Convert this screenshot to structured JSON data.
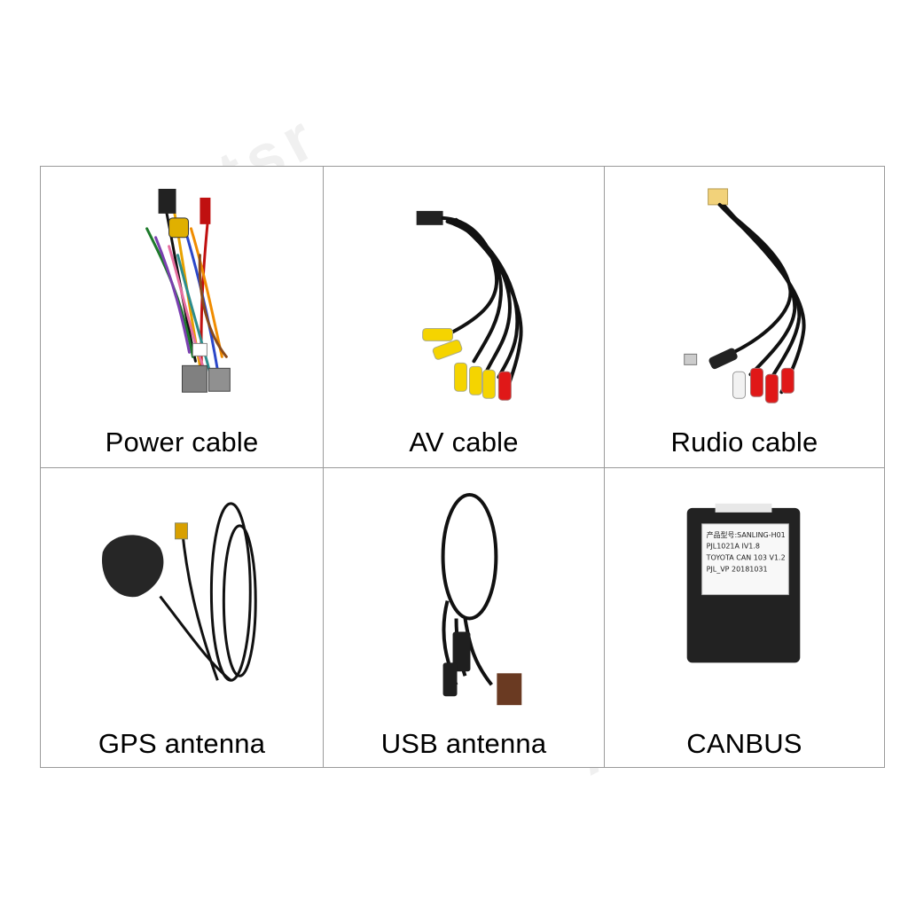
{
  "watermark": {
    "brand": "Aotsr"
  },
  "items": [
    {
      "label": "Power cable",
      "icon": "power-cable-harness-icon"
    },
    {
      "label": "AV cable",
      "icon": "av-rca-cable-icon"
    },
    {
      "label": "Rudio cable",
      "icon": "audio-rca-cable-icon"
    },
    {
      "label": "GPS antenna",
      "icon": "gps-antenna-icon"
    },
    {
      "label": "USB antenna",
      "icon": "usb-cable-icon"
    },
    {
      "label": "CANBUS",
      "icon": "canbus-box-icon"
    }
  ],
  "canbus_label": {
    "line1": "产品型号:SANLING-H01",
    "line2": "PJL1021A IV1.8",
    "line3": "TOYOTA CAN 103 V1.2",
    "line4": "PJL_VP 20181031"
  }
}
